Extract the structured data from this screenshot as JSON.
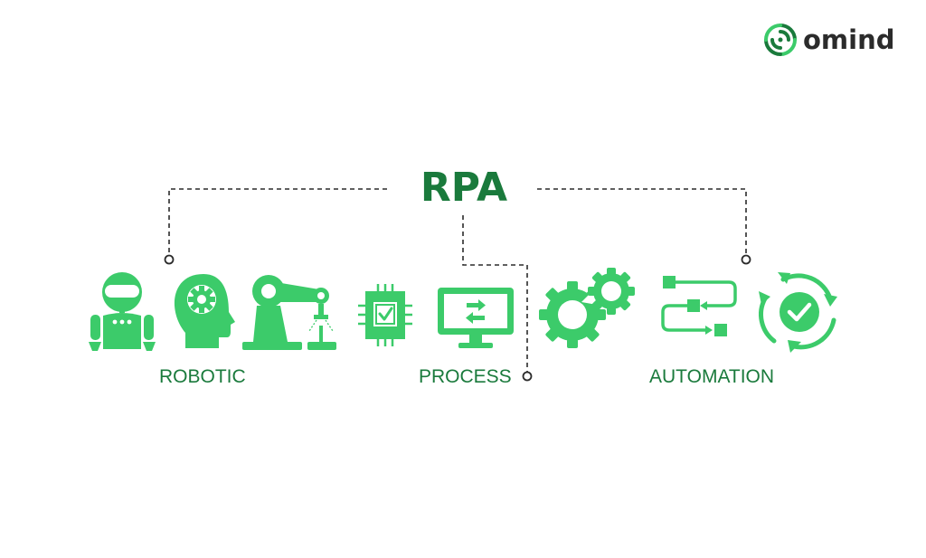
{
  "brand": {
    "name": "omind",
    "color": "#1a7a3c",
    "text_color": "#2b2b2b"
  },
  "diagram": {
    "title": "RPA",
    "labels": {
      "robotic": "ROBOTIC",
      "process": "PROCESS",
      "automation": "AUTOMATION"
    },
    "icons": [
      "robot-icon",
      "brain-gear-head-icon",
      "robotic-arm-icon",
      "microchip-check-icon",
      "monitor-transfer-icon",
      "gears-icon",
      "workflow-icon",
      "cycle-check-icon"
    ],
    "colors": {
      "icon_green": "#3ccb6a",
      "text_green": "#1a7a3c",
      "connector": "#2b2b2b"
    }
  }
}
